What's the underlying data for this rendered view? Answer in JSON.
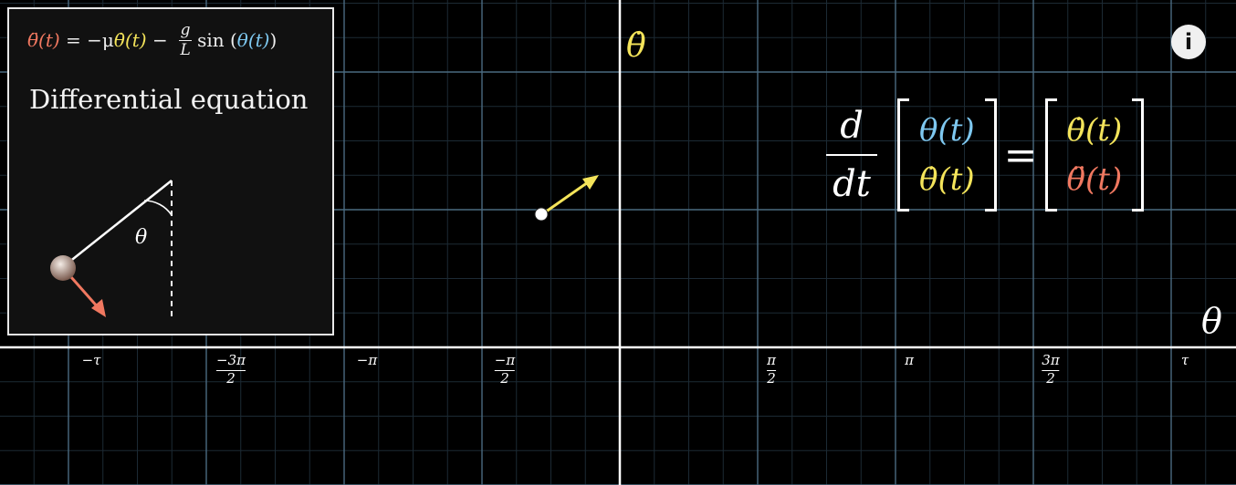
{
  "colors": {
    "background": "#000000",
    "grid_major": "#4a6a80",
    "grid_minor": "#1c2a34",
    "axis": "#ffffff",
    "theta": "#7ec8f0",
    "theta_dot": "#f4e45a",
    "theta_ddot": "#f07860",
    "arrow_yellow": "#f4e45a",
    "arrow_red": "#f07860"
  },
  "inset": {
    "ode_theta_ddot": "θ̈(t)",
    "ode_equals": " = −μ",
    "ode_theta_dot": "θ̇(t)",
    "ode_minus": " − ",
    "ode_frac_num": "g",
    "ode_frac_den": "L",
    "ode_sin": "sin (",
    "ode_theta": "θ(t)",
    "ode_close": ")",
    "title": "Differential equation",
    "angle_label": "θ"
  },
  "axes": {
    "x_label": "θ",
    "y_label": "θ̇",
    "ticks": [
      {
        "key": "neg_tau",
        "text": "−τ"
      },
      {
        "key": "neg_3pi_2",
        "num": "−3π",
        "den": "2"
      },
      {
        "key": "neg_pi",
        "text": "−π"
      },
      {
        "key": "neg_pi_2",
        "num": "−π",
        "den": "2"
      },
      {
        "key": "pi_2",
        "num": "π",
        "den": "2"
      },
      {
        "key": "pi",
        "text": "π"
      },
      {
        "key": "3pi_2",
        "num": "3π",
        "den": "2"
      },
      {
        "key": "tau",
        "text": "τ"
      }
    ]
  },
  "equation": {
    "d": "d",
    "dt": "dt",
    "lhs_top": "θ(t)",
    "lhs_bottom": "θ̇(t)",
    "equals": "=",
    "rhs_top": "θ̇(t)",
    "rhs_bottom": "θ̈(t)"
  },
  "info_button": "i"
}
